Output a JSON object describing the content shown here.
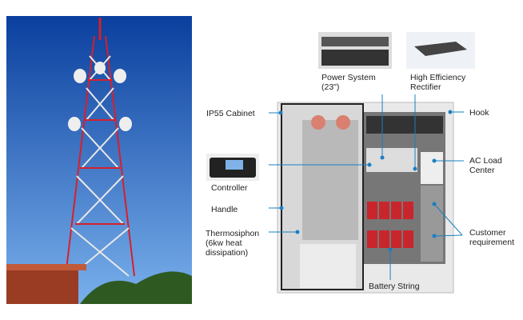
{
  "colors": {
    "leader": "#1a7fc1",
    "sky_top": "#0a3f9e",
    "sky_bottom": "#6fa8e8",
    "tower_red": "#d6202a"
  },
  "labels": {
    "ip55_cabinet": "IP55 Cabinet",
    "controller": "Controller",
    "handle": "Handle",
    "thermosiphon": [
      "Thermosiphon",
      "(6kw heat",
      "dissipation)"
    ],
    "power_system": [
      "Power System",
      "(23\")"
    ],
    "rectifier": [
      "High Efficiency",
      "Rectifier"
    ],
    "hook": "Hook",
    "ac_load_center": [
      "AC Load",
      "Center"
    ],
    "customer_requirement": [
      "Customer",
      "requirement"
    ],
    "battery_string": "Battery String"
  }
}
